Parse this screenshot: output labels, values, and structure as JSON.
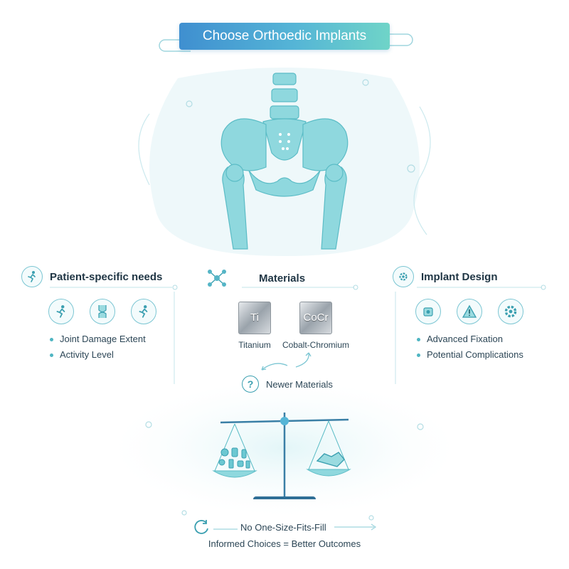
{
  "title": "Choose Orthoedic Implants",
  "sections": {
    "patient": {
      "title": "Patient-specific needs",
      "bullets": [
        "Joint Damage Extent",
        "Activity Level"
      ]
    },
    "materials": {
      "title": "Materials",
      "items": [
        {
          "symbol": "Ti",
          "label": "Titanium"
        },
        {
          "symbol": "CoCr",
          "label": "Cobalt-Chromium"
        }
      ],
      "newer": "Newer Materials"
    },
    "design": {
      "title": "Implant Design",
      "bullets": [
        "Advanced Fixation",
        "Potential Complications"
      ]
    }
  },
  "footer": {
    "line1": "No One-Size-Fits-Fill",
    "line2": "Informed Choices = Better Outcomes"
  },
  "colors": {
    "accent": "#55b5d6",
    "bone": "#8fd8de",
    "line": "#7cc6d3"
  }
}
